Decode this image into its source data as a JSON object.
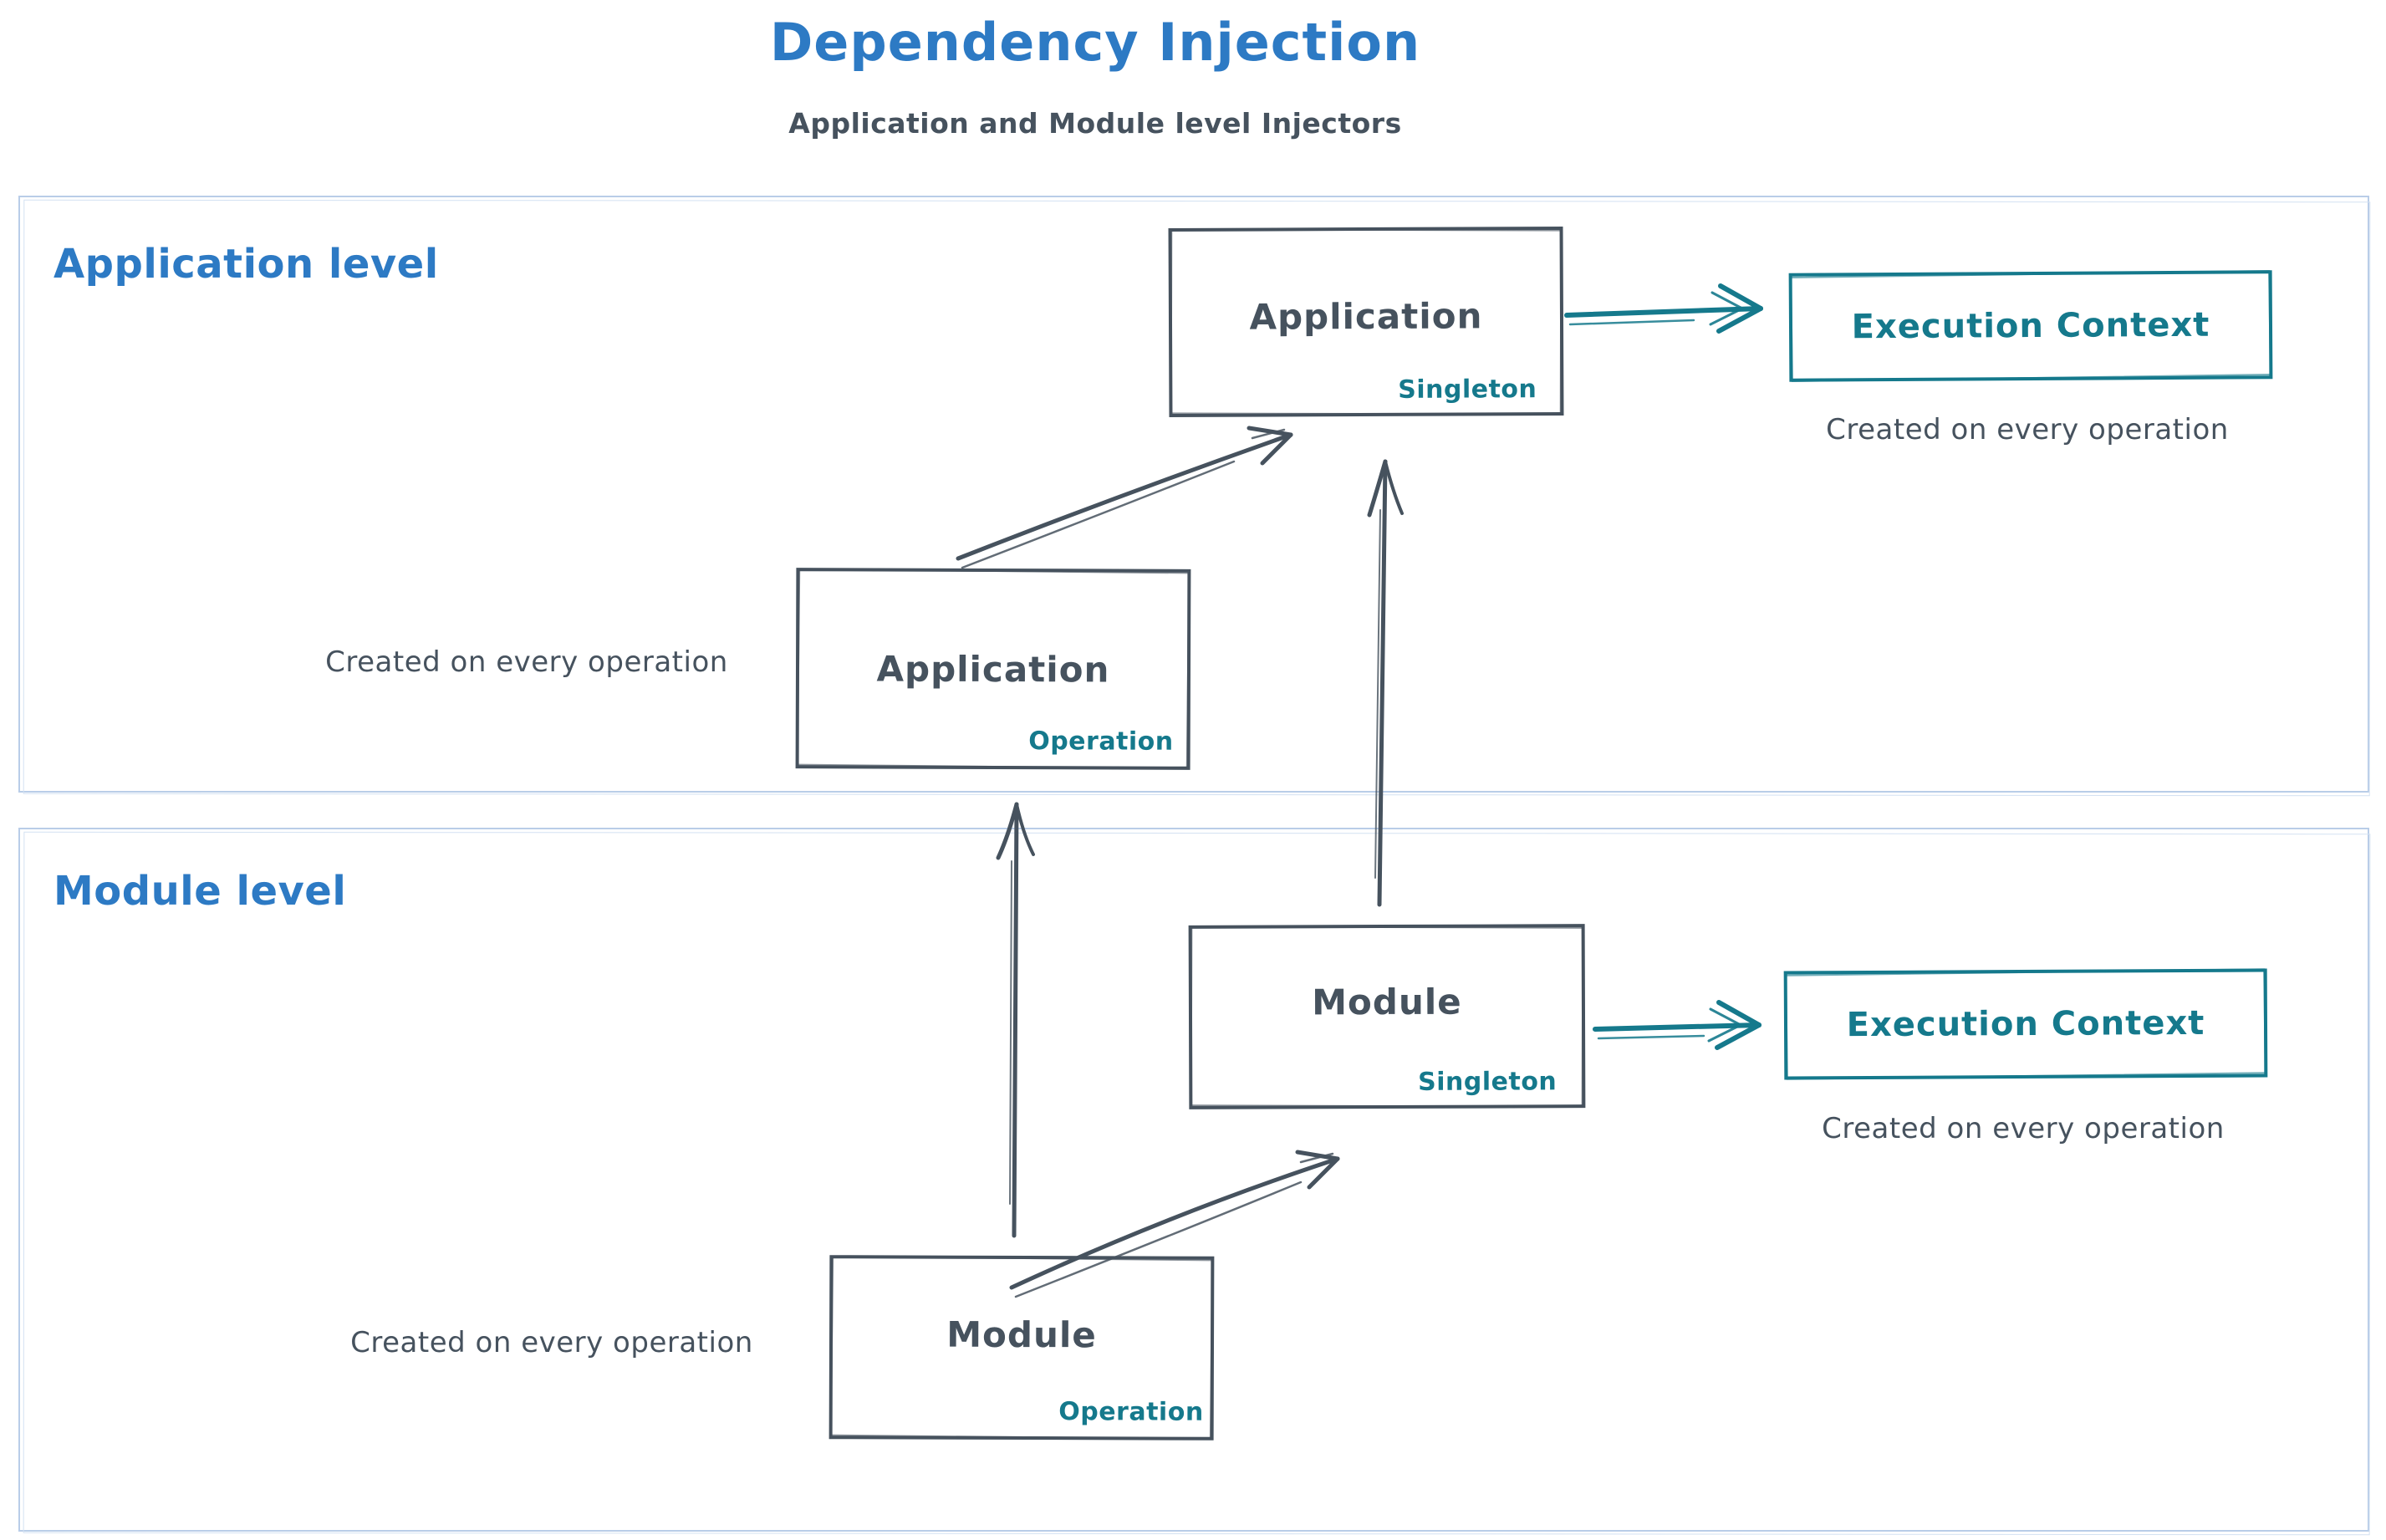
{
  "page": {
    "title": "Dependency Injection",
    "subtitle": "Application and Module level Injectors"
  },
  "colors": {
    "accent_blue": "#2d7ac4",
    "teal": "#15798c",
    "ink": "#46525e",
    "frame_blue": "#b9cde8"
  },
  "sections": {
    "application": {
      "label": "Application level",
      "singleton_box": {
        "title": "Application",
        "badge": "Singleton"
      },
      "operation_box": {
        "title": "Application",
        "badge": "Operation"
      },
      "operation_caption": "Created on every operation",
      "execution_context": {
        "label": "Execution Context",
        "caption": "Created on every operation"
      }
    },
    "module": {
      "label": "Module level",
      "singleton_box": {
        "title": "Module",
        "badge": "Singleton"
      },
      "operation_box": {
        "title": "Module",
        "badge": "Operation"
      },
      "operation_caption": "Created on every operation",
      "execution_context": {
        "label": "Execution Context",
        "caption": "Created on every operation"
      }
    }
  },
  "connections": [
    {
      "from": "application-operation",
      "to": "application-singleton"
    },
    {
      "from": "module-singleton",
      "to": "application-singleton"
    },
    {
      "from": "module-operation",
      "to": "application-operation"
    },
    {
      "from": "module-operation",
      "to": "module-singleton"
    },
    {
      "from": "application-singleton",
      "to": "application-execution-context"
    },
    {
      "from": "module-singleton",
      "to": "module-execution-context"
    }
  ]
}
